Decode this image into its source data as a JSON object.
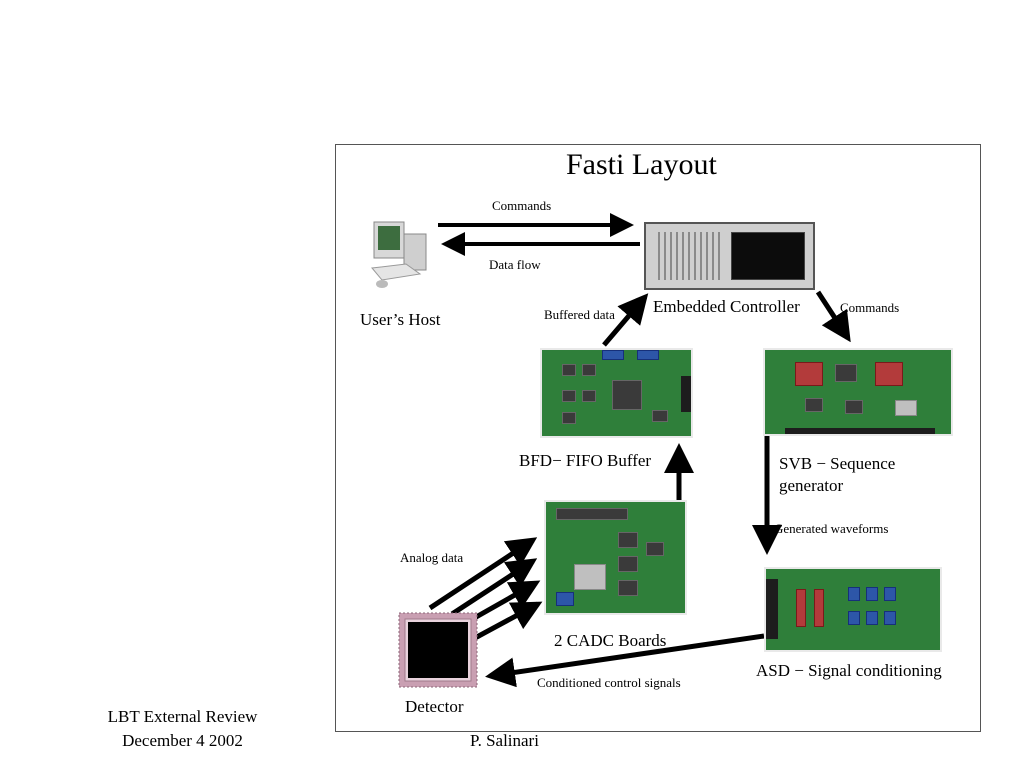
{
  "diagram": {
    "title": "Fasti Layout",
    "nodes": {
      "users_host": "User’s Host",
      "embedded_controller": "Embedded Controller",
      "bfd": "BFD− FIFO Buffer",
      "svb_line1": "SVB − Sequence",
      "svb_line2": "generator",
      "cadc": "2 CADC Boards",
      "asd": "ASD − Signal conditioning",
      "detector": "Detector"
    },
    "edges": {
      "commands_top": "Commands",
      "data_flow": "Data flow",
      "buffered_data": "Buffered data",
      "commands_right": "Commands",
      "generated_waveforms": "Generated waveforms",
      "analog_data": "Analog data",
      "conditioned_control": "Conditioned control signals"
    },
    "icons": [
      "computer-icon",
      "controller-icon",
      "board-icon",
      "chip-icon"
    ]
  },
  "footer": {
    "left_line1": "LBT External Review",
    "left_line2": "December 4 2002",
    "center": "P. Salinari"
  }
}
